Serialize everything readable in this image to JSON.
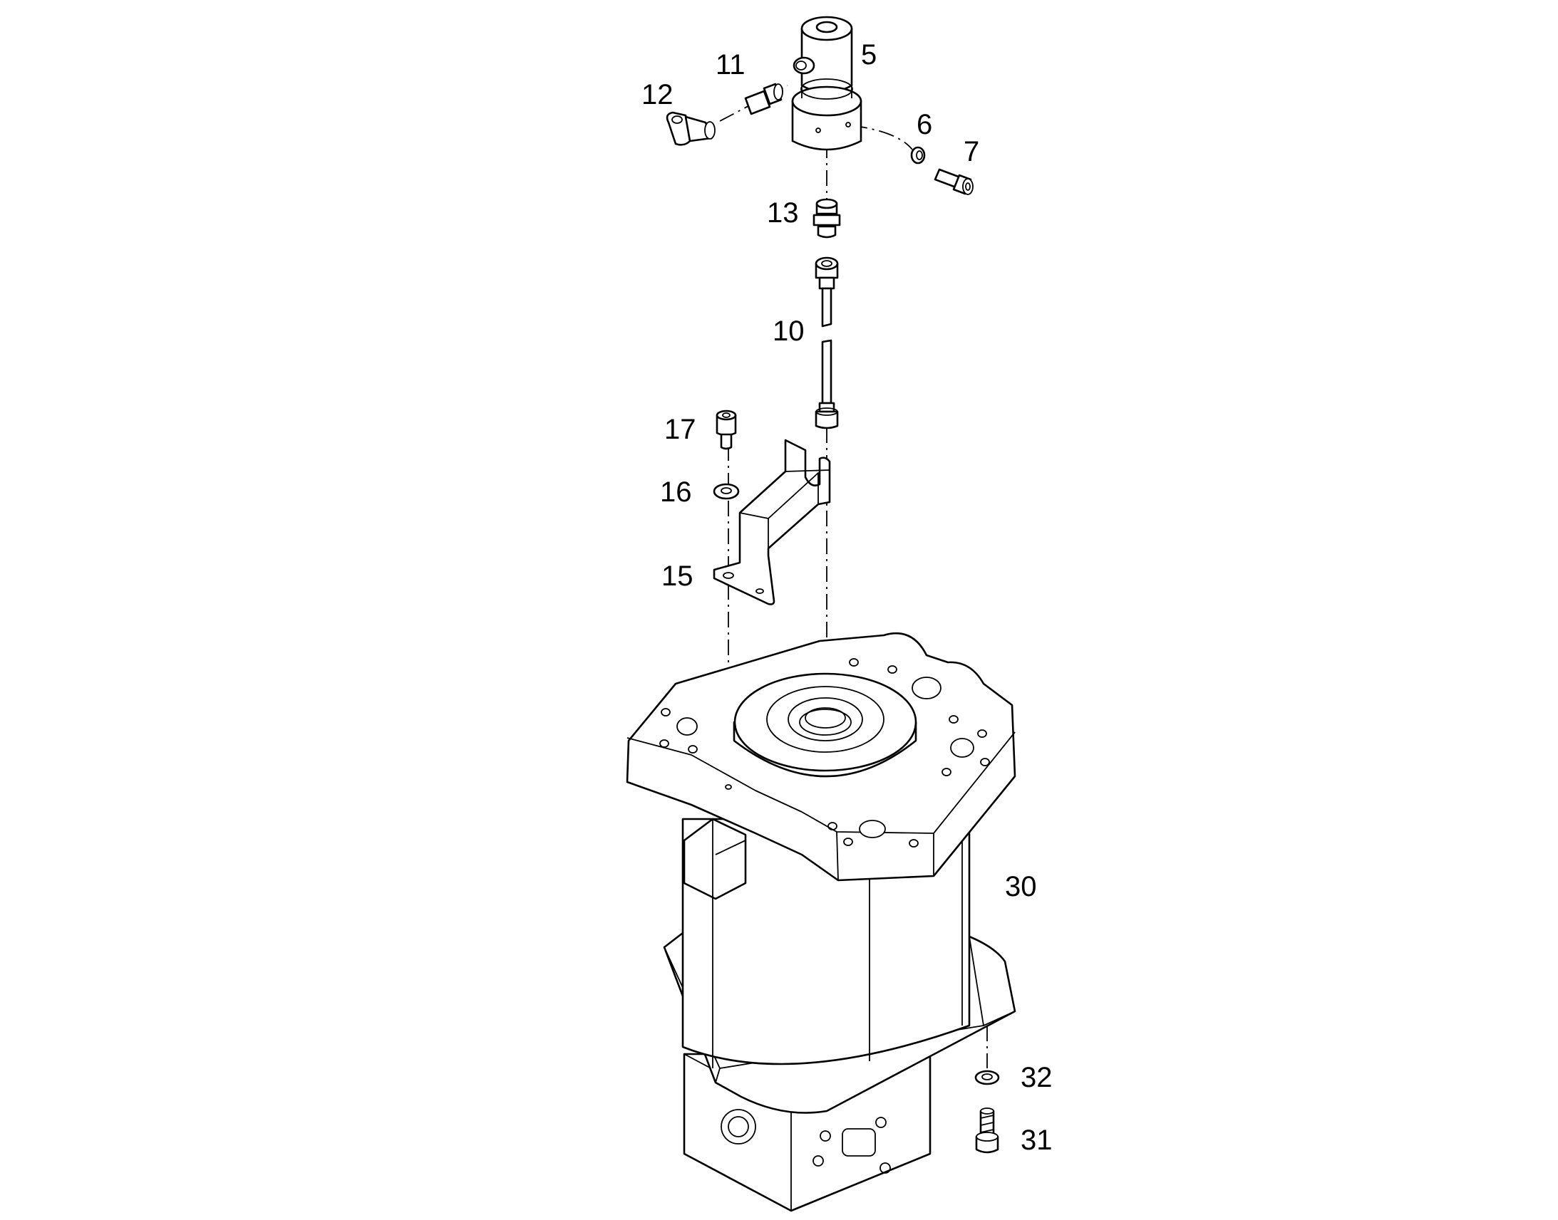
{
  "drawing": {
    "callouts": [
      {
        "id": "5",
        "label": "5"
      },
      {
        "id": "6",
        "label": "6"
      },
      {
        "id": "7",
        "label": "7"
      },
      {
        "id": "10",
        "label": "10"
      },
      {
        "id": "11",
        "label": "11"
      },
      {
        "id": "12",
        "label": "12"
      },
      {
        "id": "13",
        "label": "13"
      },
      {
        "id": "15",
        "label": "15"
      },
      {
        "id": "16",
        "label": "16"
      },
      {
        "id": "17",
        "label": "17"
      },
      {
        "id": "30",
        "label": "30"
      },
      {
        "id": "31",
        "label": "31"
      },
      {
        "id": "32",
        "label": "32"
      }
    ],
    "colors": {
      "ink": "#000000",
      "paper": "#ffffff"
    }
  }
}
